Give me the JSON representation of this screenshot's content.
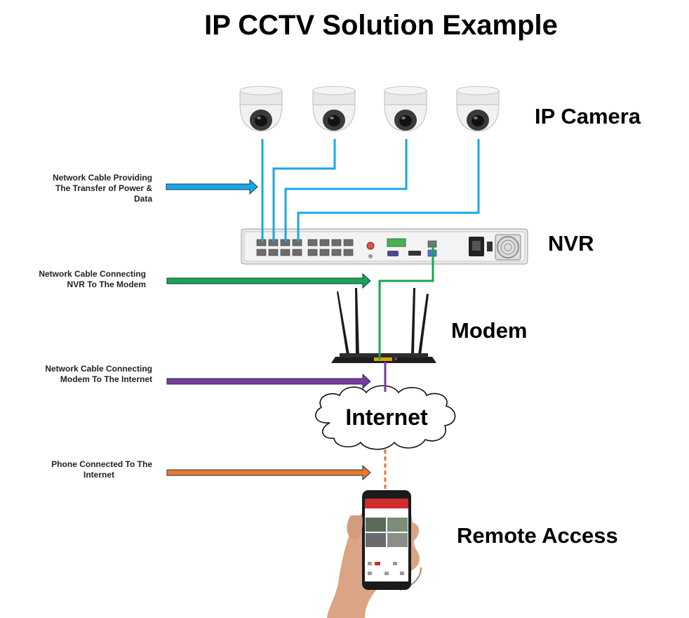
{
  "title": "IP CCTV Solution Example",
  "labels": {
    "ip_camera": "IP Camera",
    "nvr": "NVR",
    "modem": "Modem",
    "internet": "Internet",
    "remote_access": "Remote Access"
  },
  "legend": [
    {
      "line1": "Network Cable Providing",
      "line2": "The Transfer of Power &",
      "line3": "Data",
      "color": "#1aa7e6"
    },
    {
      "line1": "Network Cable Connecting",
      "line2": "NVR To The Modem",
      "color": "#1aa550"
    },
    {
      "line1": "Network Cable Connecting",
      "line2": "Modem To The Internet",
      "color": "#7a3a9a"
    },
    {
      "line1": "Phone Connected To The",
      "line2": "Internet",
      "color": "#e9782a"
    }
  ],
  "cable_colors": {
    "poe": "#1aa7e6",
    "nvr_modem": "#1aa550",
    "modem_internet": "#7a3a9a",
    "phone": "#e9782a"
  },
  "icons": [
    "dome-camera-icon",
    "nvr-icon",
    "router-icon",
    "cloud-icon",
    "smartphone-icon"
  ]
}
